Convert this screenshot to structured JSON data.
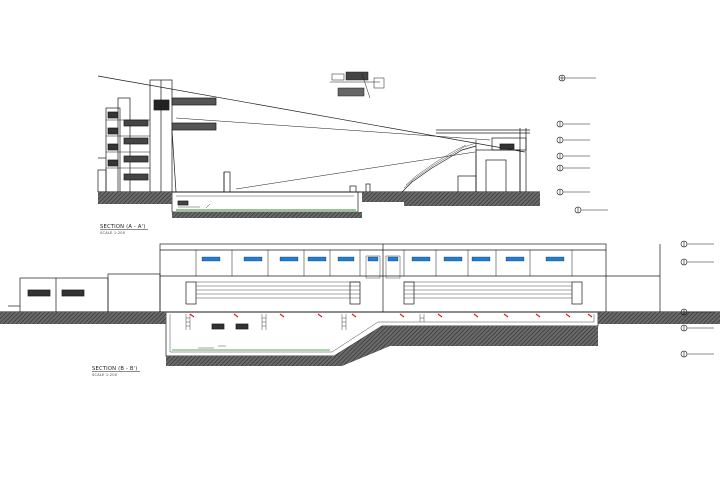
{
  "drawing": {
    "section_a": {
      "title": "SECTION (A - A')",
      "scale": "SCALE 1:200"
    },
    "section_b": {
      "title": "SECTION (B - B')",
      "scale": "SCALE 1:200"
    }
  },
  "colors": {
    "line": "#1a1a1a",
    "ground_hatch": "#555555",
    "water_line": "#2e8b2e",
    "glazing": "#1f7fd6",
    "pipe_marker": "#d81e1e"
  },
  "level_markers": {
    "section_a_count": 7,
    "section_b_count": 5
  }
}
